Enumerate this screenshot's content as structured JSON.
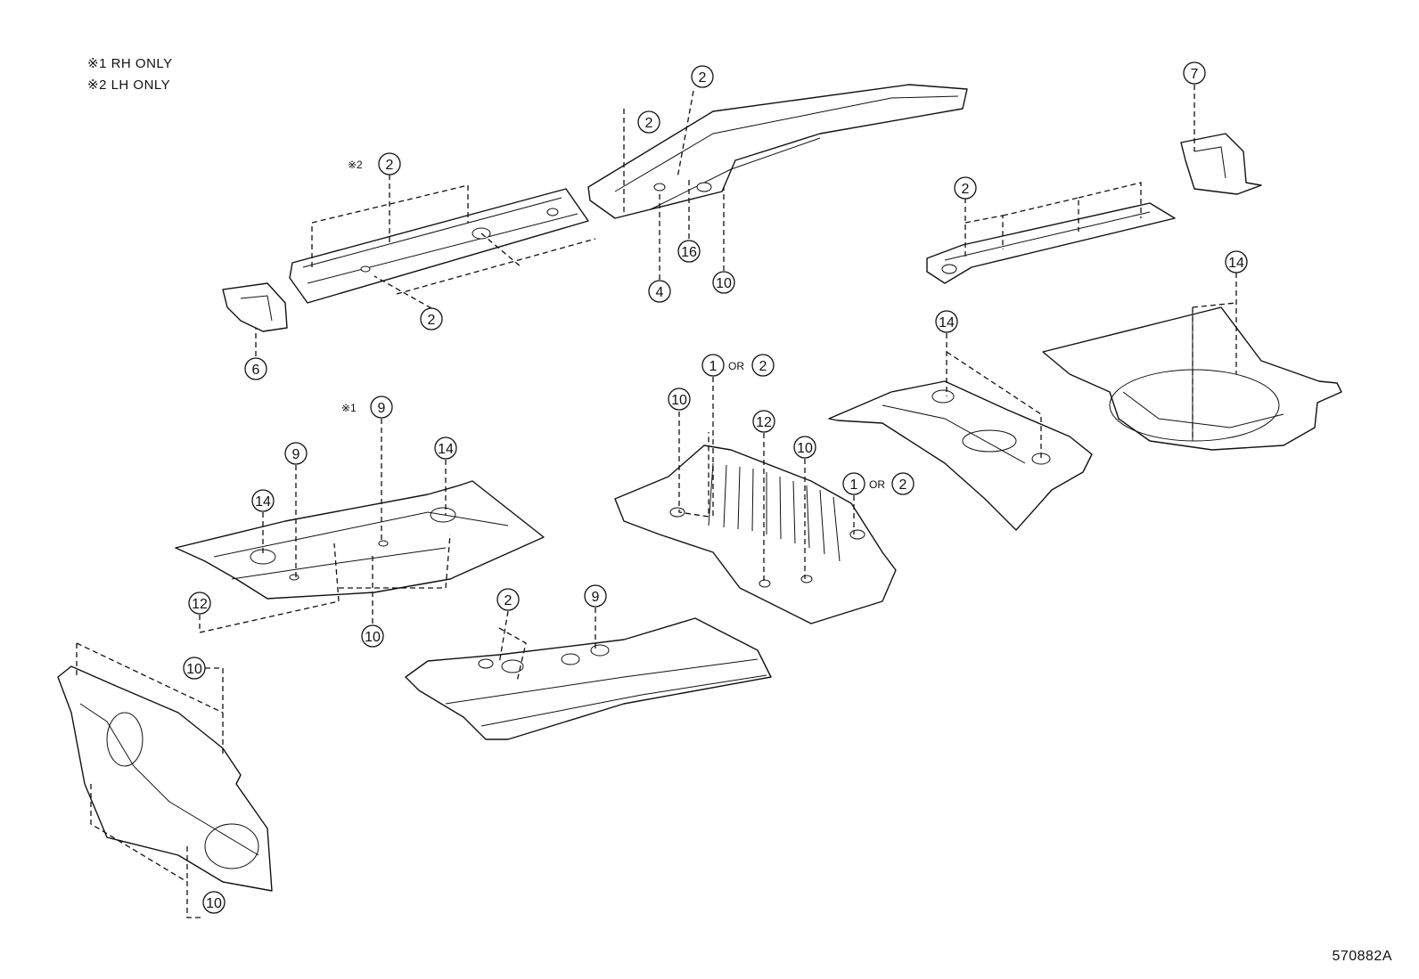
{
  "notes": [
    {
      "mark": "※1",
      "text": "RH ONLY"
    },
    {
      "mark": "※2",
      "text": "LH ONLY"
    }
  ],
  "diagram_code": "570882A",
  "callouts": {
    "c_2_top": "2",
    "c_2_tr": "2",
    "c_2_lh": "2",
    "c_2_lhmark": "※2",
    "c_2_rail": "2",
    "c_4": "4",
    "c_16": "16",
    "c_10_rail": "10",
    "c_7": "7",
    "c_2_rr": "2",
    "c_6": "6",
    "c_14_rear": "14",
    "c_14_floor": "14",
    "c_1_a": "1",
    "c_2_a": "2",
    "c_1_b": "1",
    "c_2_b": "2",
    "c_or": "OR",
    "c_10_ctr": "10",
    "c_12_ctr": "12",
    "c_10_ctr2": "10",
    "c_9_rh": "9",
    "c_9_rhmark": "※1",
    "c_9": "9",
    "c_14_f1": "14",
    "c_14_f2": "14",
    "c_12_f": "12",
    "c_10_f": "10",
    "c_2_tun": "2",
    "c_9_tun": "9",
    "c_10_dash": "10",
    "c_10_dash2": "10"
  }
}
